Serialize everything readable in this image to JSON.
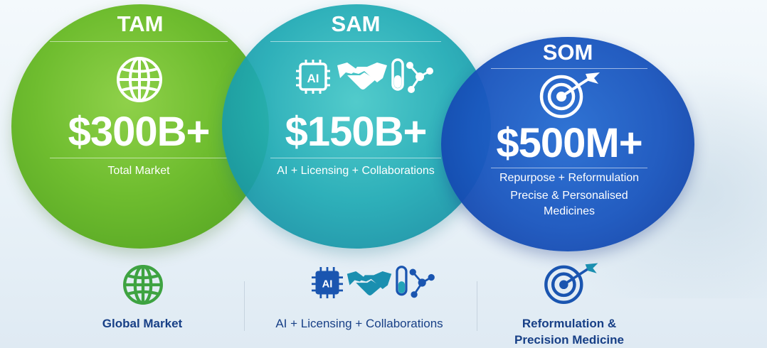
{
  "tam": {
    "title": "TAM",
    "value": "$300B+",
    "description": "Total Market"
  },
  "sam": {
    "title": "SAM",
    "value": "$150B+",
    "description": "AI + Licensing + Collaborations"
  },
  "som": {
    "title": "SOM",
    "value": "$500M+",
    "description_line1": "Repurpose + Reformulation",
    "description_line2": "Precise & Personalised",
    "description_line3": "Medicines"
  },
  "bottom": {
    "tam_label": "Global Market",
    "sam_label": "AI + Licensing + Collaborations",
    "som_label_line1": "Reformulation &",
    "som_label_line2": "Precision Medicine"
  },
  "icons": {
    "ai_chip_text": "AI",
    "tam_icon": "globe-icon",
    "sam_icons": [
      "ai-chip-icon",
      "handshake-icon",
      "test-tube-network-icon"
    ],
    "som_icon": "target-arrow-icon"
  },
  "colors": {
    "tam_green": "#6fbd2f",
    "sam_teal": "#1eaab4",
    "som_blue": "#1f58c0",
    "label_navy": "#173f86"
  }
}
